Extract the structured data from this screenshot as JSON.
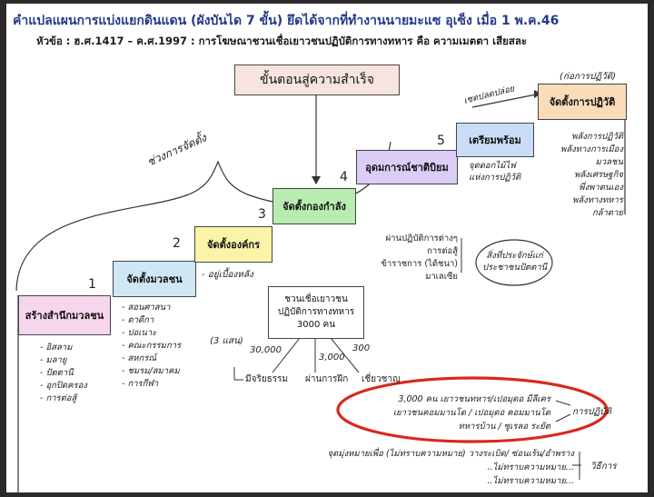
{
  "title": "คำแปลแผนการแบ่งแยกดินแดน (ผังบันได 7 ขั้น) ยึดได้จากที่ทำงานนายมะแซ อุเซ็ง เมื่อ 1 พ.ค.46",
  "subtitle": "หัวข้อ : ฮ.ศ.1417 – ค.ศ.1997 : การโฆษณาชวนเชื่อเยาวชนปฏิบัติการทางทหาร คือ ความเมตตา เสียสละ",
  "header_box": "ขั้นตอนสู่ความสำเร็จ",
  "setup_period": "ช่วงการจัดตั้ง",
  "steps": [
    {
      "num": "1",
      "label": "สร้างสำนึกมวลชน",
      "color": "#f6d6ec"
    },
    {
      "num": "",
      "label": "จัดตั้งมวลชน",
      "color": "#cfe7f4"
    },
    {
      "num": "2",
      "label": "จัดตั้งองค์กร",
      "color": "#fbf3a8"
    },
    {
      "num": "3",
      "label": "จัดตั้งกองกำลัง",
      "color": "#b8ecb0"
    },
    {
      "num": "4",
      "label": "อุดมการณ์ชาติบิยม",
      "color": "#dccdf6"
    },
    {
      "num": "5",
      "label": "เตรียมพร้อม",
      "color": "#c9dcf8"
    },
    {
      "num": "",
      "label": "จัดตั้งการปฏิวัติ",
      "color": "#fbdcb8"
    }
  ],
  "step1_items": [
    "- อิสลาม",
    "- มลายู",
    "- ปัตตานี",
    "- อุกปิดครอง",
    "- การต่อสู้"
  ],
  "step2_items": [
    "- สอนศาสนา",
    "- ตาดีกา",
    "- ปอเนาะ",
    "- คณะกรรมการ",
    "- สหกรณ์",
    "- ชมรม/สมาคม",
    "- การกีฬา"
  ],
  "step3_note": "- อยู่เบื้องหลัง",
  "recruit_box": "ชวนเชื่อเยาวชน\nปฏิบัติการทางทหาร\n3000 คน",
  "recruit_counts": {
    "a": "30,000",
    "b": "3,000",
    "c": "300",
    "note": "(3 แสน)"
  },
  "recruit_levels": [
    "มีจริยธรรม",
    "ผ่านการฝึก",
    "เชี่ยวชาญ"
  ],
  "step5_items": [
    "ผ่านปฏิบัติการต่างๆ",
    "การต่อสู้",
    "ข้าราชการ (ได้ชนา)",
    "มาเลเซีย"
  ],
  "step5_bubble": "สิ่งที่ประจักษ์แก่\nประชาชนปัตตานี",
  "step6_note": "จุดดอกไม้ไฟ\nแห่งการปฏิวัติ",
  "seal_label": "เซตปลดปล่อย",
  "revolution_label": "(ก่อการปฏิวัติ)",
  "revolution_items": [
    "พลังการปฏิวัติ",
    "พลังทางการเมือง",
    "มวลชน",
    "พลังเศรษฐกิจ",
    "พึ่งพาตนเอง",
    "พลังทางทหาร",
    "กล้าตาย"
  ],
  "red_lines": [
    "3,000 คน  เยาวชนทหาร/เปอมุดอ มีลีเคร",
    "เยาวชนคอมมานโด / เปอมุดอ คอมมานโด",
    "ทหารบ้าน / ซูเรลอ ระยัต"
  ],
  "red_label": "การปฏิบัติ",
  "bottom_lines": [
    "จุดมุ่งหมายเพื่อ (ไม่ทราบความหมาย) วางระเบิด/  ซ่อนเร้น/อำพราง",
    "..ไม่ทราบความหมาย...",
    "..ไม่ทราบความหมาย..."
  ],
  "bottom_label": "วิธีการ",
  "colors": {
    "title": "#223a8a",
    "ellipse": "#d9281e",
    "line": "#333333"
  }
}
